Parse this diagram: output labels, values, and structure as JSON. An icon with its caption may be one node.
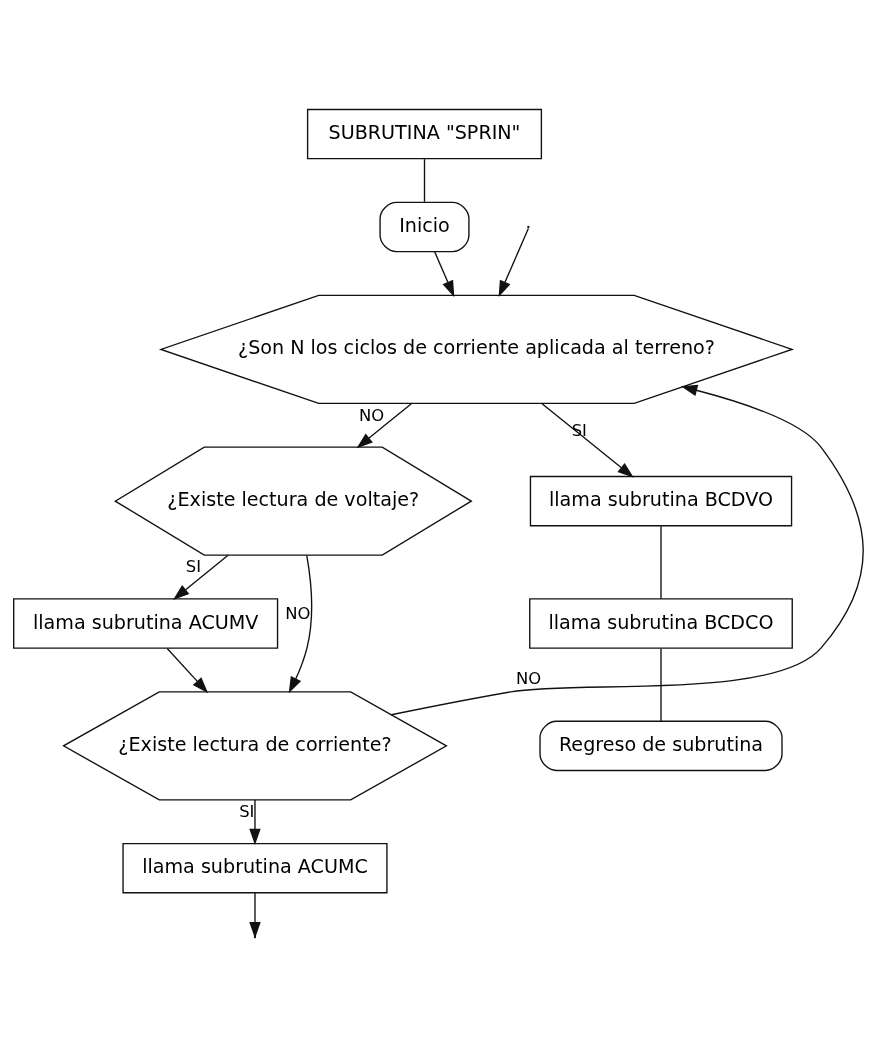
{
  "diagram": {
    "nodes": [
      {
        "text": [
          "SUBRUTINA \"SPRIN\""
        ]
      },
      {
        "text": [
          "Inicio"
        ]
      },
      {
        "text": [
          "¿Son N los ciclos de corriente aplicada al terreno?"
        ]
      },
      {
        "text": [
          "¿Existe lectura de voltaje?"
        ]
      },
      {
        "text": [
          "llama subrutina ACUMV"
        ]
      },
      {
        "text": [
          "¿Existe lectura de corriente?"
        ]
      },
      {
        "text": [
          "llama subrutina ACUMC"
        ]
      },
      {
        "text": [
          "llama subrutina BCDVO"
        ]
      },
      {
        "text": [
          "llama subrutina BCDCO"
        ]
      },
      {
        "text": [
          "Regreso de subrutina"
        ]
      }
    ],
    "edges": [
      {
        "from": 0,
        "to": 1,
        "arrow": "none"
      },
      {
        "from": 1,
        "to": 2,
        "arrow": "to"
      },
      {
        "from": 2,
        "to": 3,
        "label": "NO",
        "arrow": "to"
      },
      {
        "from": 3,
        "to": 4,
        "label": "SI",
        "arrow": "to"
      },
      {
        "from": 3,
        "to": 5,
        "label": "NO",
        "arrow": "to"
      },
      {
        "from": 4,
        "to": 5,
        "arrow": "to"
      },
      {
        "from": 5,
        "to": 2,
        "label": "NO",
        "arrow": "to"
      },
      {
        "from": 5,
        "to": 6,
        "label": "SI",
        "arrow": "to"
      },
      {
        "from": 2,
        "to": 7,
        "label": "SI",
        "arrow": "to"
      },
      {
        "from": 7,
        "to": 8,
        "arrow": "none"
      },
      {
        "from": 8,
        "to": 9,
        "arrow": "none"
      },
      {
        "from": 6,
        "to": null,
        "arrow": "to"
      },
      {
        "from": null,
        "to": 2,
        "arrow": "to"
      }
    ]
  }
}
